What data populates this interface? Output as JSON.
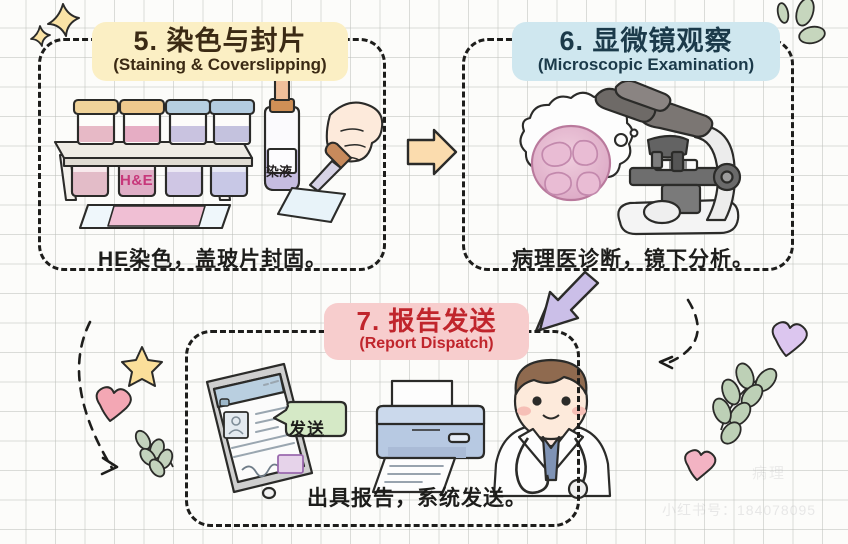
{
  "page": {
    "background": "#fcfcfa",
    "grid_color": "#bec0bc",
    "ink": "#1d1d1b"
  },
  "steps": [
    {
      "id": "step-5",
      "number": "5.",
      "title_cn": "5. 染色与封片",
      "title_en": "(Staining & Coverslipping)",
      "banner_color": "#fbefc4",
      "title_color": "#3b2a14",
      "caption": "HE染色，盖玻片封固。",
      "labels": {
        "slide_label": "H&E",
        "bottle_label": "染液"
      }
    },
    {
      "id": "step-6",
      "number": "6.",
      "title_cn": "6. 显微镜观察",
      "title_en": "(Microscopic Examination)",
      "banner_color": "#cfe7ef",
      "title_color": "#1b3a4a",
      "caption": "病理医诊断，镜下分析。"
    },
    {
      "id": "step-7",
      "number": "7.",
      "title_cn": "7. 报告发送",
      "title_en": "(Report Dispatch)",
      "banner_color": "#f7cdcd",
      "title_color": "#c0252c",
      "caption": "出具报告，系统发送。",
      "labels": {
        "send_bubble": "发送"
      }
    }
  ],
  "arrows": [
    {
      "name": "arrow-step5-to-step6",
      "color": "#fbdcae",
      "direction": "right"
    },
    {
      "name": "arrow-step6-to-step7",
      "color": "#cbbfe8",
      "direction": "down-left"
    },
    {
      "name": "arrow-dashed-right-curve",
      "color": "#1d1d1b",
      "direction": "curve-left"
    },
    {
      "name": "arrow-dashed-left-curve",
      "color": "#1d1d1b",
      "direction": "curve-right"
    }
  ],
  "decorations": [
    {
      "name": "star-decoration-top-left",
      "color": "#fae3a6"
    },
    {
      "name": "star-decoration-small-top-left",
      "color": "#fae3a6"
    },
    {
      "name": "star-decoration-mid-left",
      "color": "#fbdf9a"
    },
    {
      "name": "heart-decoration-left",
      "color": "#f3a7b4"
    },
    {
      "name": "heart-decoration-right-purple",
      "color": "#dcc6ef"
    },
    {
      "name": "heart-decoration-right-pink",
      "color": "#f3b3c3"
    },
    {
      "name": "leaf-sprig-left",
      "color": "#c3d2bd"
    },
    {
      "name": "leaf-sprig-right",
      "color": "#bdd0b6"
    },
    {
      "name": "leaf-petals-top-right",
      "color": "#c6d6bd"
    }
  ],
  "watermark": {
    "line1": "小红书号：184078095",
    "line2": "病理"
  }
}
